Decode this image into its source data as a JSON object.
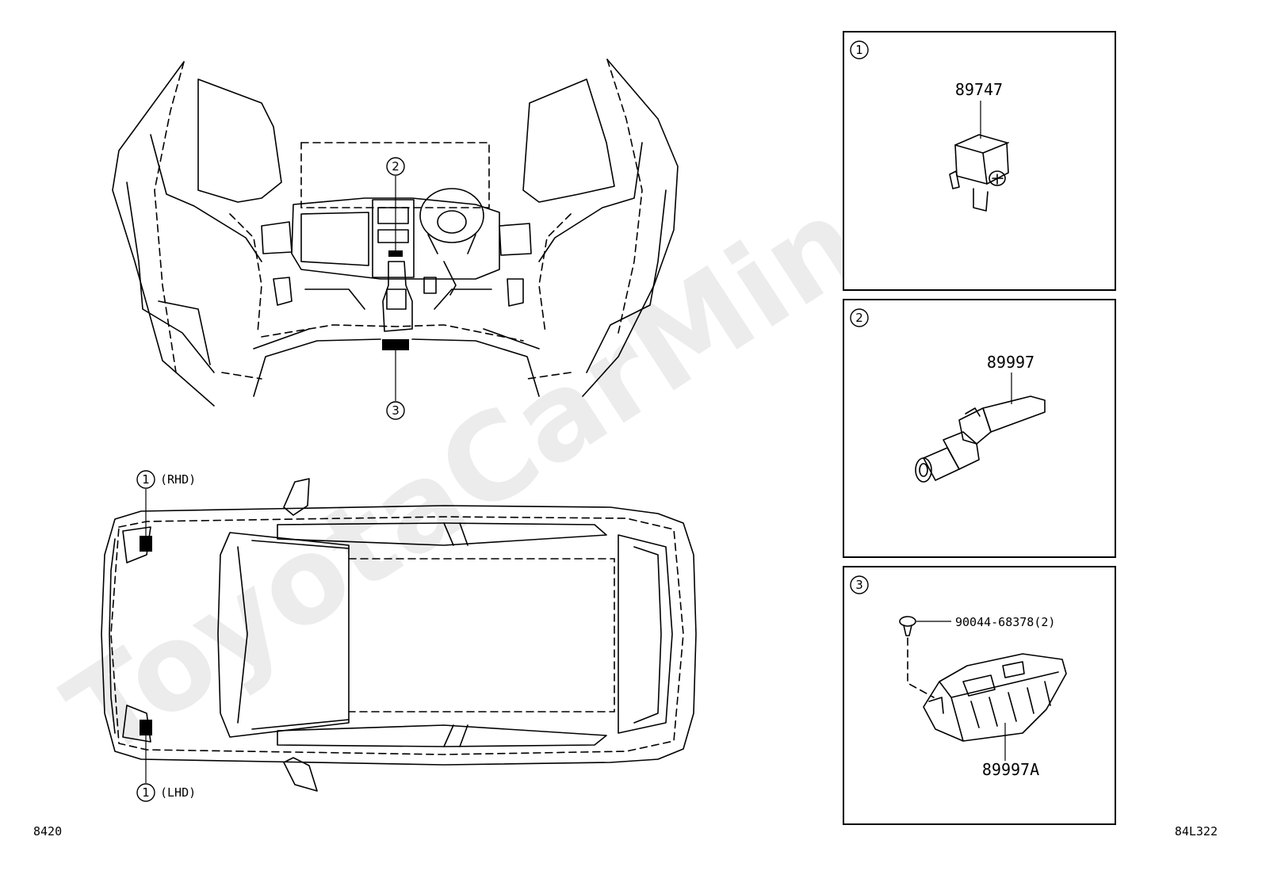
{
  "watermark": "ToyotaCarMine.ru",
  "interior_view": {
    "callout_top": "2",
    "callout_bottom": "3"
  },
  "top_view": {
    "callout_rhd_num": "1",
    "callout_rhd_label": "(RHD)",
    "callout_lhd_num": "1",
    "callout_lhd_label": "(LHD)"
  },
  "panels": [
    {
      "num": "1",
      "part": "89747"
    },
    {
      "num": "2",
      "part": "89997"
    },
    {
      "num": "3",
      "part": "89997A",
      "fastener": "90044-68378(2)"
    }
  ],
  "footer": {
    "left_code": "8420",
    "right_code": "84L322"
  }
}
